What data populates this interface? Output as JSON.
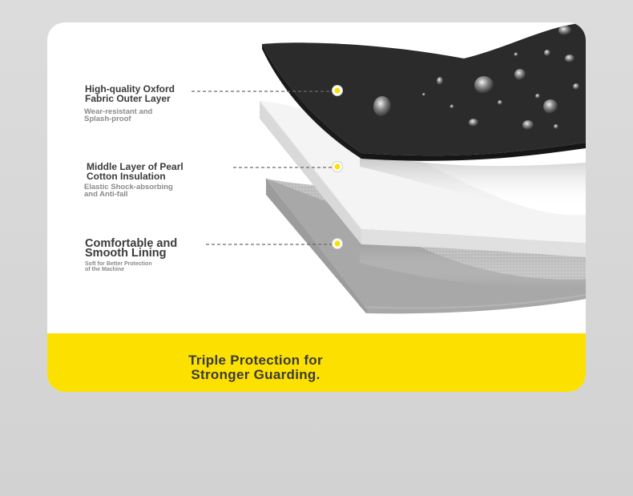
{
  "layers": [
    {
      "title": "High-quality Oxford\n Fabric Outer Layer",
      "subtitle": "Wear-resistant and\n Splash-proof"
    },
    {
      "title": "Middle Layer of Pearl\n Cotton Insulation",
      "subtitle": "Elastic Shock-absorbing\n and Anti-fall"
    },
    {
      "title": "Comfortable and\n Smooth Lining",
      "subtitle": "Soft for Better Protection\n of the Machine"
    }
  ],
  "banner": {
    "title": "Triple Protection for\nStronger Guarding."
  },
  "colors": {
    "accent_yellow": "#fce000",
    "outer_layer": "#2b2b2b",
    "middle_layer": "#eeeeee",
    "lining_layer": "#bdbdbd",
    "text_dark": "#3a3a3a",
    "text_muted": "#8a8a8a"
  }
}
